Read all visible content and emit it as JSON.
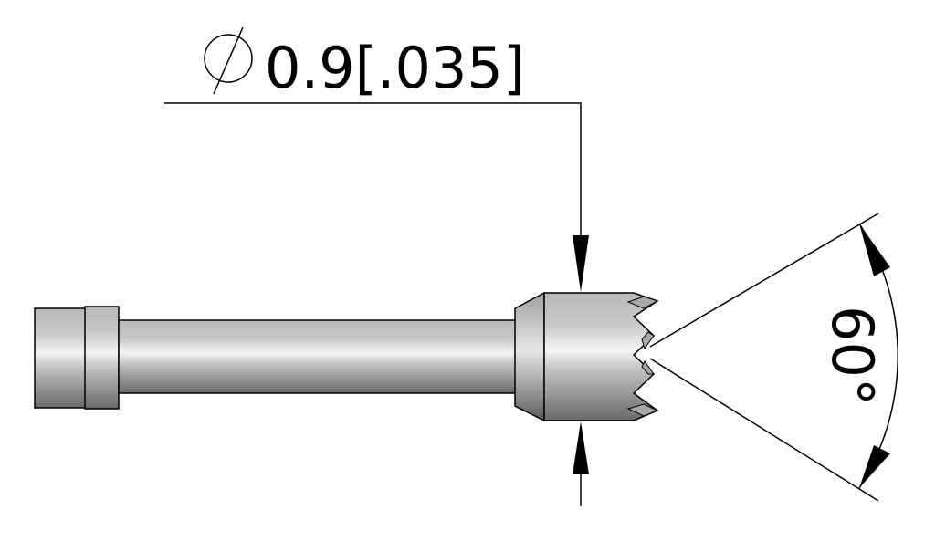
{
  "drawing": {
    "part": "crown-tip probe plunger (side view)",
    "diameter_dimension": {
      "symbol": "diameter-symbol",
      "metric_value": "0.9",
      "imperial_value": "[.035]",
      "label": "0.9[.035]"
    },
    "angle_dimension": {
      "value": "60°"
    },
    "colors": {
      "line": "#000000",
      "body_light": "#f2f2f2",
      "body_mid": "#bdbdbd",
      "body_dark": "#6e6e6e",
      "tooth_facet": "#a8a8a8",
      "background": "#ffffff"
    }
  }
}
